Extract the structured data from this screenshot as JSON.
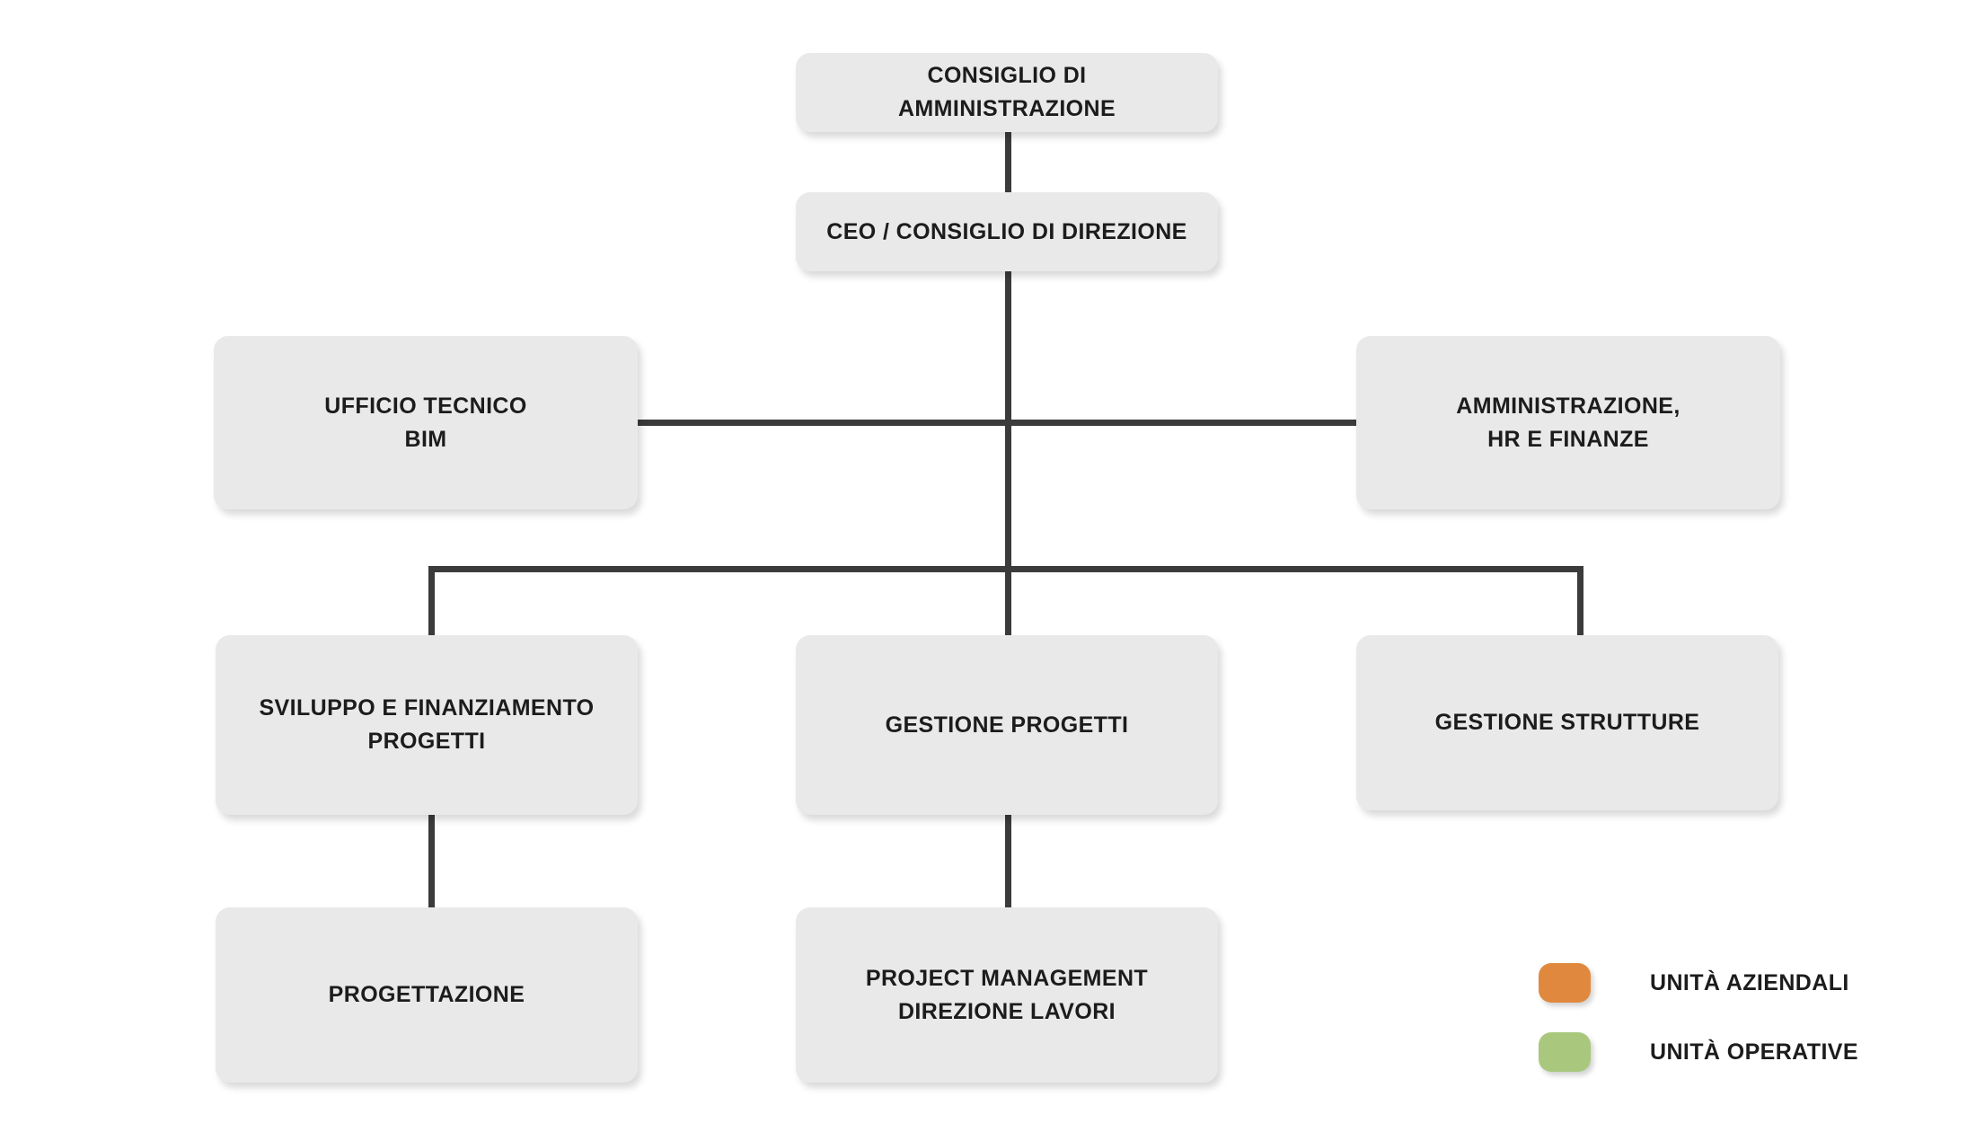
{
  "diagram": {
    "type": "org-chart",
    "nodes": {
      "board": {
        "label": "CONSIGLIO DI AMMINISTRAZIONE"
      },
      "ceo": {
        "label": "CEO / CONSIGLIO DI DIREZIONE"
      },
      "ufficio_tecnico_bim": {
        "label": "UFFICIO TECNICO\nBIM"
      },
      "amministrazione_hr_finanze": {
        "label": "AMMINISTRAZIONE,\nHR E FINANZE"
      },
      "sviluppo_finanziamento_progetti": {
        "label": "SVILUPPO E FINANZIAMENTO\nPROGETTI"
      },
      "gestione_progetti": {
        "label": "GESTIONE PROGETTI"
      },
      "gestione_strutture": {
        "label": "GESTIONE STRUTTURE"
      },
      "progettazione": {
        "label": "PROGETTAZIONE"
      },
      "project_management_direzione_lavori": {
        "label": "PROJECT MANAGEMENT\nDIREZIONE LAVORI"
      }
    },
    "edges": [
      [
        "board",
        "ceo"
      ],
      [
        "ceo",
        "ufficio_tecnico_bim"
      ],
      [
        "ceo",
        "amministrazione_hr_finanze"
      ],
      [
        "ceo",
        "sviluppo_finanziamento_progetti"
      ],
      [
        "ceo",
        "gestione_progetti"
      ],
      [
        "ceo",
        "gestione_strutture"
      ],
      [
        "sviluppo_finanziamento_progetti",
        "progettazione"
      ],
      [
        "gestione_progetti",
        "project_management_direzione_lavori"
      ]
    ],
    "legend": {
      "aziendali": {
        "label": "UNITÀ AZIENDALI",
        "color": "#E0893E"
      },
      "operative": {
        "label": "UNITÀ OPERATIVE",
        "color": "#A9C87E"
      }
    },
    "colors": {
      "node_bg": "#E9E9E9",
      "connector": "#3B3B3B",
      "text": "#1C1C1C",
      "background": "#FFFFFF"
    }
  }
}
